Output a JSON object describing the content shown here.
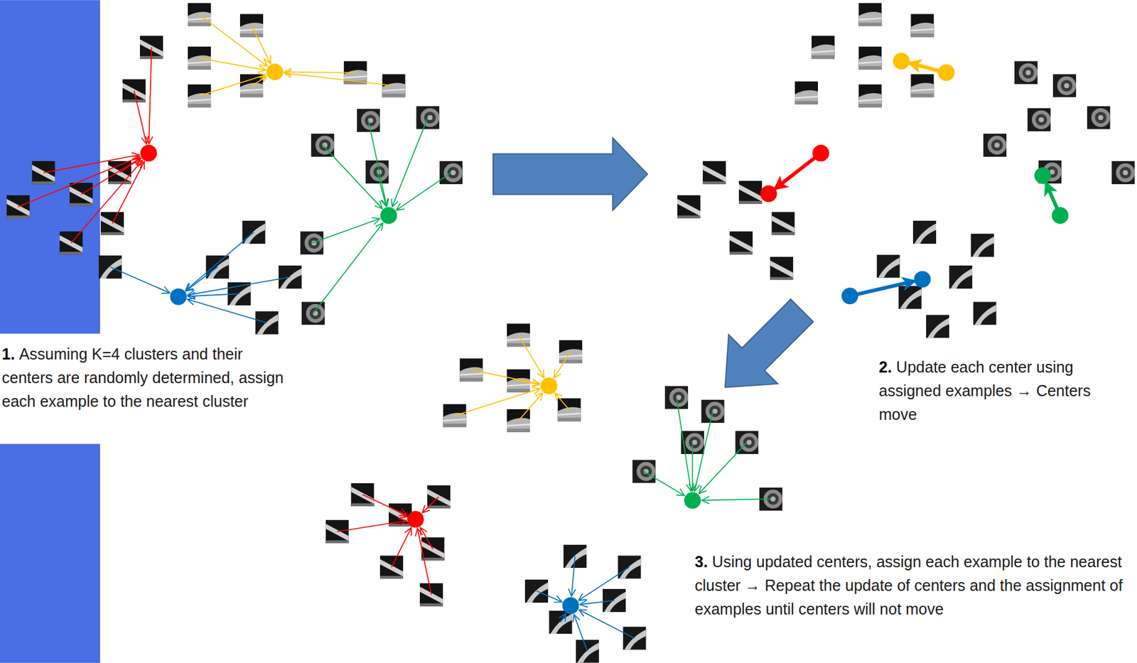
{
  "diagram": {
    "labels": [
      "1.",
      "Assuming K=4 clusters and their centers are randomly determined, assign each example to the nearest cluster",
      "2.",
      "Update each center using assigned examples → Centers move",
      "3.",
      "Using updated centers, assign each example to the nearest cluster → Repeat the update of centers and the assignment of examples until centers will not move"
    ]
  }
}
